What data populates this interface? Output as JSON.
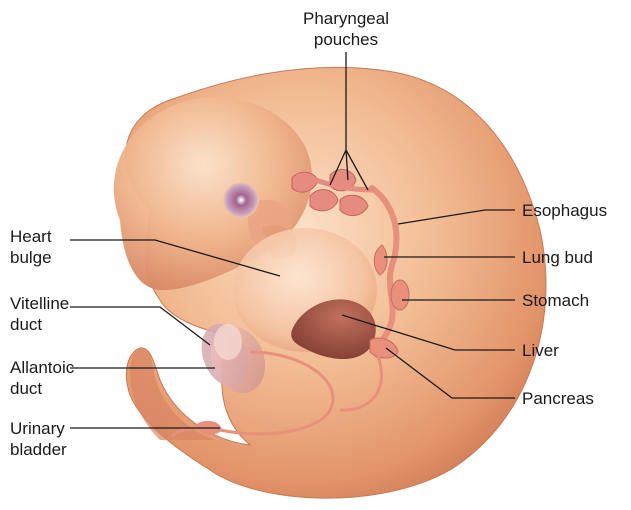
{
  "labels": {
    "pharyngeal": [
      "Pharyngeal",
      "pouches"
    ],
    "esophagus": "Esophagus",
    "lung_bud": "Lung bud",
    "stomach": "Stomach",
    "liver": "Liver",
    "pancreas": "Pancreas",
    "heart": [
      "Heart",
      "bulge"
    ],
    "vitelline": [
      "Vitelline",
      "duct"
    ],
    "allantoic": [
      "Allantoic",
      "duct"
    ],
    "urinary": [
      "Urinary",
      "bladder"
    ]
  },
  "colors": {
    "skin_light": "#f4c4a0",
    "skin_mid": "#e49a70",
    "skin_dark": "#c2704d",
    "gut_tube": "#e8907c",
    "organ_dark": "#9a4a3c",
    "eye": "#8c4a7a",
    "leader_line": "#1a1a1a"
  }
}
